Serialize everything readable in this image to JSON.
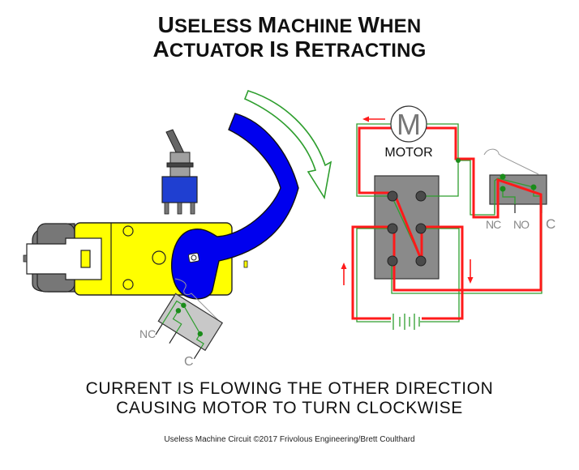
{
  "title": {
    "line1": [
      {
        "big": "U",
        "rest": "SELESS "
      },
      {
        "big": "M",
        "rest": "ACHINE "
      },
      {
        "big": "W",
        "rest": "HEN"
      }
    ],
    "line2": [
      {
        "big": "A",
        "rest": "CTUATOR "
      },
      {
        "big": "I",
        "rest": "S "
      },
      {
        "big": "R",
        "rest": "ETRACTING"
      }
    ],
    "full": "Useless Machine When Actuator Is Retracting"
  },
  "caption": {
    "line1": "CURRENT IS FLOWING THE OTHER DIRECTION",
    "line2": "CAUSING MOTOR TO TURN CLOCKWISE"
  },
  "credit": "Useless Machine Circuit  ©2017 Frivolous Engineering/Brett Coulthard",
  "mechanism": {
    "limit_switch_labels": {
      "nc": "NC",
      "c": "C"
    },
    "rotation_arrow": "clockwise"
  },
  "circuit": {
    "motor_symbol": "M",
    "motor_label": "MOTOR",
    "limit_switch_labels": {
      "nc": "NC",
      "no": "NO",
      "c": "C"
    },
    "current_arrows": [
      "left",
      "up",
      "down"
    ]
  },
  "colors": {
    "current": "#ff1a1a",
    "wire": "#2e9e2e",
    "arm": "#0000ee",
    "gearbox": "#ffff00",
    "motor_body": "#777777",
    "switch_body": "#8a8a8a",
    "limit_switch_body": "#c8c8c8",
    "toggle_body": "#1f3fd1",
    "terminal": "#4a4a4a",
    "label_gray": "#888888"
  }
}
